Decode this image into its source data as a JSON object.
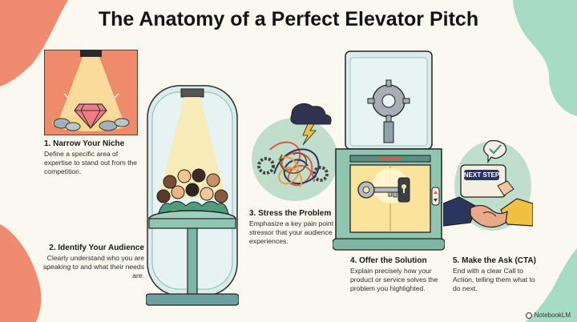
{
  "title": "The Anatomy of a Perfect Elevator Pitch",
  "steps": [
    {
      "heading": "1. Narrow Your Niche",
      "body": "Define a specific area of expertise to stand out from the competition."
    },
    {
      "heading": "2. Identify Your Audience",
      "body": "Clearly understand who you are speaking to and what their needs are."
    },
    {
      "heading": "3. Stress the Problem",
      "body": "Emphasize a key pain point or stressor that your audience experiences."
    },
    {
      "heading": "4. Offer the Solution",
      "body": "Explain precisely how your product or service solves the problem you highlighted."
    },
    {
      "heading": "5. Make the Ask (CTA)",
      "body": "End with a clear Call to Action, telling them what to do next."
    }
  ],
  "cta_card_label": "NEXT STEP",
  "brand": "NotebookLM",
  "colors": {
    "coral": "#f08a70",
    "mint": "#a6dcc4",
    "teal": "#7fb5a4",
    "gold": "#f4c55a",
    "navy": "#2a3560",
    "dark": "#1f1f1f"
  }
}
